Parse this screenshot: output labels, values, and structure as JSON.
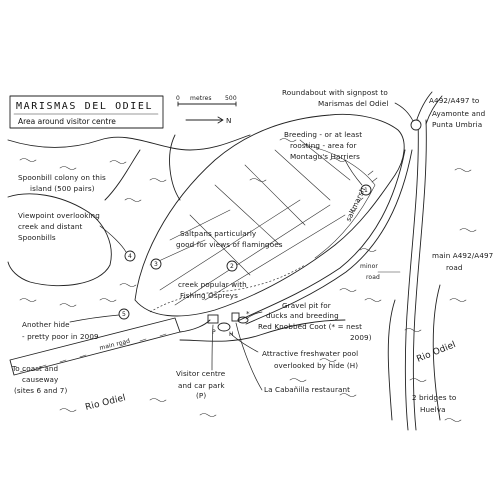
{
  "title": {
    "name": "MARISMAS DEL ODIEL",
    "subtitle": "Area around visitor centre"
  },
  "scale": {
    "zero": "0",
    "unit": "metres",
    "max": "500"
  },
  "north": {
    "label": "N"
  },
  "labels": {
    "roundabout": [
      "Roundabout with signpost to",
      "Marismas del Odiel"
    ],
    "roads_top_right": [
      "A492/A497 to",
      "Ayamonte and",
      "Punta Umbria"
    ],
    "harriers": [
      "Breeding - or at least",
      "roosting - area for",
      "Montagu's Harriers"
    ],
    "spoonbill_colony": [
      "Spoonbill colony on this",
      "island (500 pairs)"
    ],
    "viewpoint": [
      "Viewpoint overlooking",
      "creek and distant",
      "Spoonbills"
    ],
    "saltpans": [
      "Saltpans particularly",
      "good for views of flamingoes"
    ],
    "saltmarsh": "saltmarsh",
    "creek": [
      "creek popular with",
      "Fishing Ospreys"
    ],
    "main_road": [
      "main A492/A497",
      "road"
    ],
    "minor_road": [
      "minor",
      "road"
    ],
    "gravel_pit": [
      "Gravel pit for",
      "ducks and breeding",
      "Red Knobbed Coot (* = nest",
      "2009)"
    ],
    "another_hide": [
      "Another hide",
      "- pretty poor in 2009"
    ],
    "fresh_pool": [
      "Attractive freshwater pool",
      "overlooked by hide (H)"
    ],
    "coast": [
      "To coast and",
      "causeway",
      "(sites 6 and 7)"
    ],
    "visitor_centre": [
      "Visitor centre",
      "and car park",
      "(P)"
    ],
    "restaurant": "La Cabañilla restaurant",
    "bridges": [
      "2 bridges to",
      "Huelva"
    ],
    "rio_odiel_right": "Rio Odiel",
    "rio_odiel_bottom": "Rio Odiel",
    "main_road_strip": "main road"
  },
  "markers": {
    "numbers": [
      "1",
      "2",
      "3",
      "4",
      "5"
    ],
    "hide": "H",
    "parking": "P",
    "nest": "*"
  }
}
